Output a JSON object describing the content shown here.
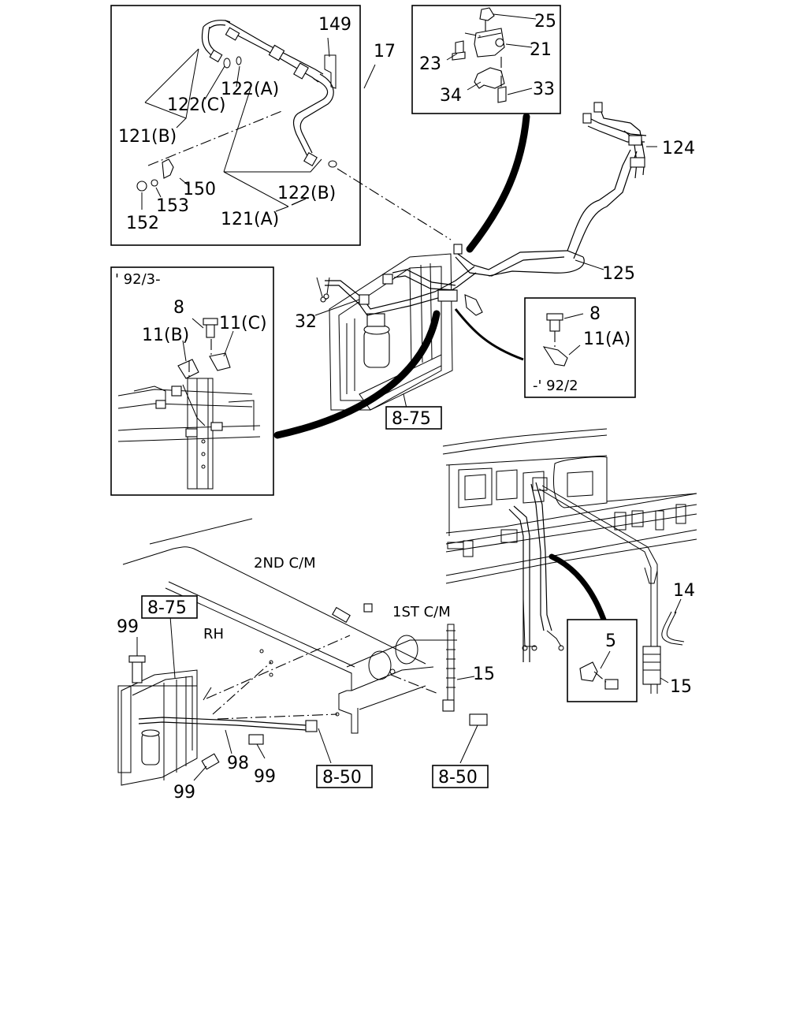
{
  "labels": {
    "l149": "149",
    "l17": "17",
    "l122a": "122(A)",
    "l122c": "122(C)",
    "l121b": "121(B)",
    "l150": "150",
    "l153": "153",
    "l152": "152",
    "l122b": "122(B)",
    "l121a": "121(A)",
    "l25": "25",
    "l21": "21",
    "l23": "23",
    "l33": "33",
    "l34": "34",
    "l124": "124",
    "l125": "125",
    "l92_3": "' 92/3-",
    "l8_left": "8",
    "l11c": "11(C)",
    "l11b": "11(B)",
    "l32": "32",
    "l8_right": "8",
    "l11a": "11(A)",
    "l92_2": "-' 92/2",
    "ref_8_75_top": "8-75",
    "ref_8_75_bottom": "8-75",
    "l2nd_cm": "2ND C/M",
    "l1st_cm": "1ST C/M",
    "l_rh": "RH",
    "l99_top": "99",
    "l99_mid": "99",
    "l99_bot": "99",
    "l98": "98",
    "l15_mid": "15",
    "l15_right": "15",
    "l14": "14",
    "l5": "5",
    "ref_8_50_left": "8-50",
    "ref_8_50_right": "8-50"
  }
}
